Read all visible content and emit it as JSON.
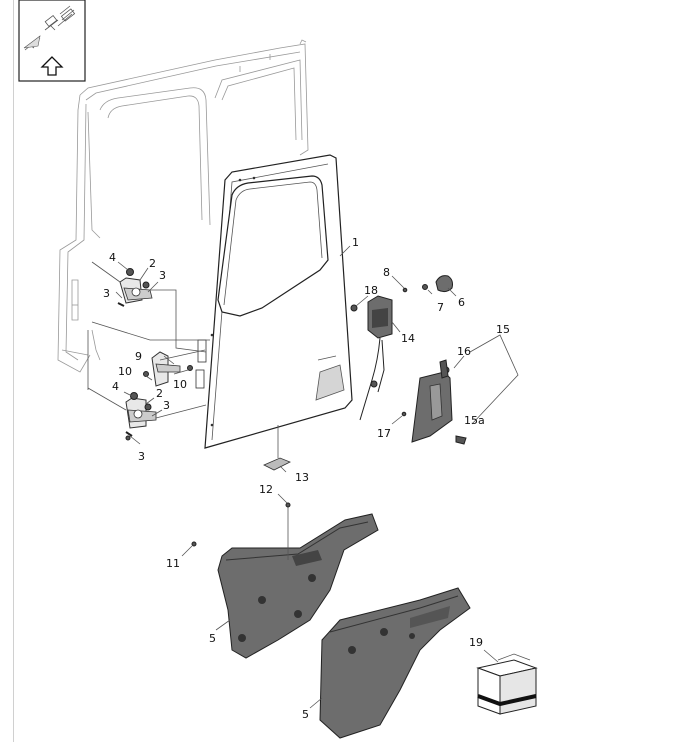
{
  "callouts": {
    "c1": "1",
    "c2a": "2",
    "c2b": "2",
    "c3a": "3",
    "c3b": "3",
    "c3c": "3",
    "c3d": "3",
    "c4a": "4",
    "c4b": "4",
    "c5a": "5",
    "c5b": "5",
    "c6": "6",
    "c7": "7",
    "c8": "8",
    "c9": "9",
    "c10a": "10",
    "c10b": "10",
    "c11": "11",
    "c12": "12",
    "c13": "13",
    "c14": "14",
    "c15": "15",
    "c15a": "15a",
    "c16": "16",
    "c17": "17",
    "c18": "18",
    "c19": "19"
  },
  "icons": {
    "view_indicator": "vehicle-orientation-icon",
    "up_arrow": "up-arrow-icon",
    "parts_box": "parts-box-icon"
  }
}
